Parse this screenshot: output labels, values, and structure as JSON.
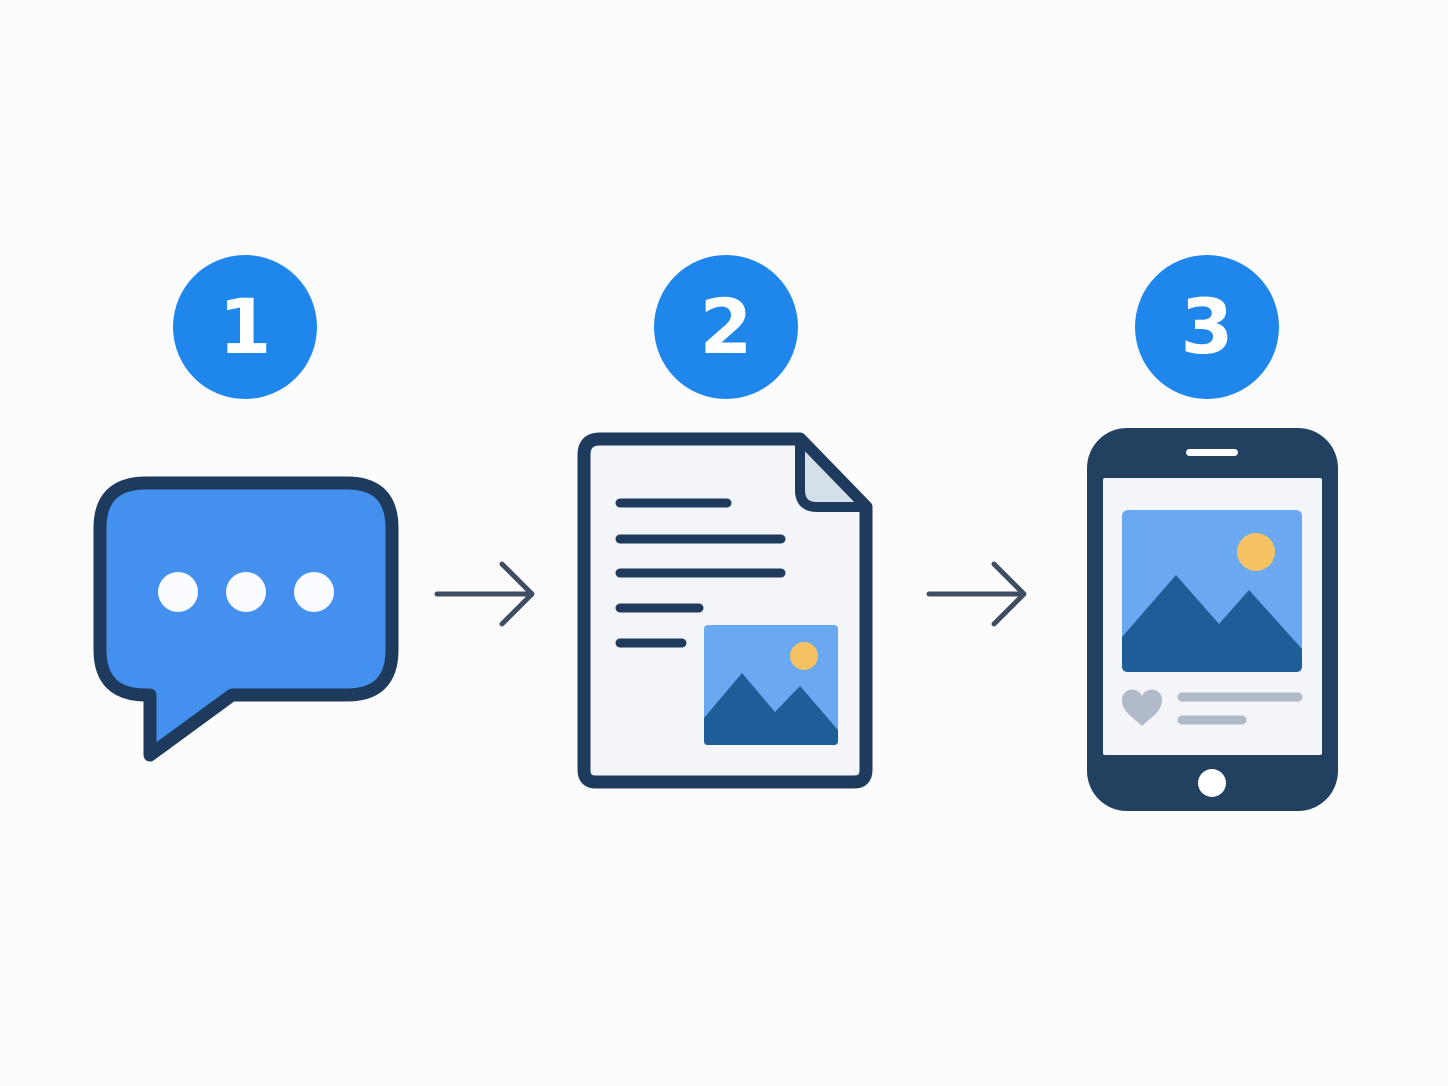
{
  "colors": {
    "background": "#fcfcfd",
    "badge_blue": "#1f86ec",
    "badge_text": "#ffffff",
    "outline_navy": "#1e3a5c",
    "bubble_blue": "#4490ee",
    "bubble_dots": "#fafcff",
    "paper": "#f3f5f8",
    "paper_fold": "#d5dfea",
    "image_sky": "#6aa9f2",
    "image_mountain": "#1f5d99",
    "sun": "#f5c262",
    "arrow": "#3f4d63",
    "phone_body": "#22405f",
    "phone_screen": "#f3f5f8",
    "ui_gray": "#b0bac8",
    "home_button": "#ffffff"
  },
  "steps": [
    {
      "number": "1",
      "icon": "chat-bubble-icon"
    },
    {
      "number": "2",
      "icon": "document-icon"
    },
    {
      "number": "3",
      "icon": "smartphone-icon"
    }
  ],
  "connectors": [
    {
      "icon": "arrow-right-icon"
    },
    {
      "icon": "arrow-right-icon"
    }
  ]
}
